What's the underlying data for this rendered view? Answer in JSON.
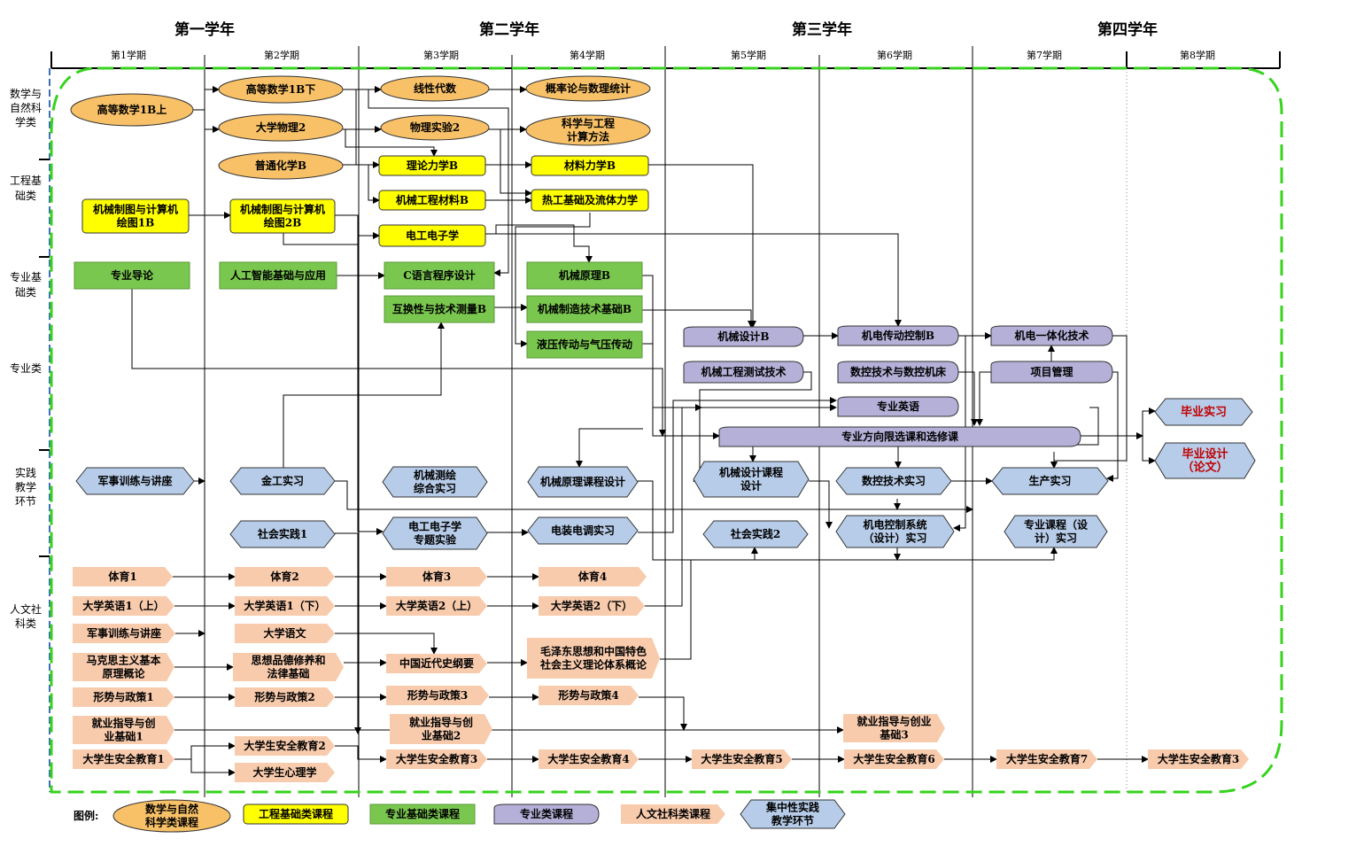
{
  "years": [
    "第一学年",
    "第二学年",
    "第三学年",
    "第四学年"
  ],
  "semesters": [
    "第1学期",
    "第2学期",
    "第3学期",
    "第4学期",
    "第5学期",
    "第6学期",
    "第7学期",
    "第8学期"
  ],
  "categories": [
    {
      "id": "math",
      "lines": [
        "数学与",
        "自然科",
        "学类"
      ]
    },
    {
      "id": "eng",
      "lines": [
        "工程基",
        "础类"
      ]
    },
    {
      "id": "basic",
      "lines": [
        "专业基",
        "础类"
      ]
    },
    {
      "id": "major",
      "lines": [
        "专业类"
      ]
    },
    {
      "id": "practice",
      "lines": [
        "实践",
        "教学",
        "环节"
      ]
    },
    {
      "id": "human",
      "lines": [
        "人文社",
        "科类"
      ]
    }
  ],
  "colors": {
    "math": "#f8c168",
    "eng": "#ffff00",
    "basic": "#7ac74f",
    "major": "#b4b0d8",
    "practice": "#b7cce8",
    "human": "#f8cbad",
    "frame": "#37d21e",
    "divider": "#3a6fb5",
    "red_text": "#c00000"
  },
  "courses": [
    {
      "id": "c_math1a",
      "text": [
        "高等数学1B上"
      ],
      "type": "math"
    },
    {
      "id": "c_math1b",
      "text": [
        "高等数学1B下"
      ],
      "type": "math"
    },
    {
      "id": "c_phys2",
      "text": [
        "大学物理2"
      ],
      "type": "math"
    },
    {
      "id": "c_chem",
      "text": [
        "普通化学B"
      ],
      "type": "math"
    },
    {
      "id": "c_linalg",
      "text": [
        "线性代数"
      ],
      "type": "math"
    },
    {
      "id": "c_physexp",
      "text": [
        "物理实验2"
      ],
      "type": "math"
    },
    {
      "id": "c_prob",
      "text": [
        "概率论与数理统计"
      ],
      "type": "math"
    },
    {
      "id": "c_calcm",
      "text": [
        "科学与工程",
        "计算方法"
      ],
      "type": "math"
    },
    {
      "id": "c_mech",
      "text": [
        "理论力学B"
      ],
      "type": "eng"
    },
    {
      "id": "c_mater",
      "text": [
        "材料力学B"
      ],
      "type": "eng"
    },
    {
      "id": "c_engmat",
      "text": [
        "机械工程材料B"
      ],
      "type": "eng"
    },
    {
      "id": "c_heat",
      "text": [
        "热工基础及流体力学"
      ],
      "type": "eng"
    },
    {
      "id": "c_draw1",
      "text": [
        "机械制图与计算机",
        "绘图1B"
      ],
      "type": "eng"
    },
    {
      "id": "c_draw2",
      "text": [
        "机械制图与计算机",
        "绘图2B"
      ],
      "type": "eng"
    },
    {
      "id": "c_elec",
      "text": [
        "电工电子学"
      ],
      "type": "eng"
    },
    {
      "id": "c_intro",
      "text": [
        "专业导论"
      ],
      "type": "basic"
    },
    {
      "id": "c_ai",
      "text": [
        "人工智能基础与应用"
      ],
      "type": "basic"
    },
    {
      "id": "c_clang",
      "text": [
        "C语言程序设计"
      ],
      "type": "basic"
    },
    {
      "id": "c_mprinc",
      "text": [
        "机械原理B"
      ],
      "type": "basic"
    },
    {
      "id": "c_tol",
      "text": [
        "互换性与技术测量B"
      ],
      "type": "basic"
    },
    {
      "id": "c_mfg",
      "text": [
        "机械制造技术基础B"
      ],
      "type": "basic"
    },
    {
      "id": "c_hyd",
      "text": [
        "液压传动与气压传动"
      ],
      "type": "basic"
    },
    {
      "id": "c_mdes",
      "text": [
        "机械设计B"
      ],
      "type": "major"
    },
    {
      "id": "c_mtest",
      "text": [
        "机械工程测试技术"
      ],
      "type": "major"
    },
    {
      "id": "c_drive",
      "text": [
        "机电传动控制B"
      ],
      "type": "major"
    },
    {
      "id": "c_cnc",
      "text": [
        "数控技术与数控机床"
      ],
      "type": "major"
    },
    {
      "id": "c_eng",
      "text": [
        "专业英语"
      ],
      "type": "major"
    },
    {
      "id": "c_mecha",
      "text": [
        "机电一体化技术"
      ],
      "type": "major"
    },
    {
      "id": "c_pm",
      "text": [
        "项目管理"
      ],
      "type": "major"
    },
    {
      "id": "c_elective",
      "text": [
        "专业方向限选课和选修课"
      ],
      "type": "major"
    },
    {
      "id": "p_mil",
      "text": [
        "军事训练与讲座"
      ],
      "type": "practice"
    },
    {
      "id": "p_metal",
      "text": [
        "金工实习"
      ],
      "type": "practice"
    },
    {
      "id": "p_survey",
      "text": [
        "机械测绘",
        "综合实习"
      ],
      "type": "practice"
    },
    {
      "id": "p_mpdes",
      "text": [
        "机械原理课程设计"
      ],
      "type": "practice"
    },
    {
      "id": "p_mdes",
      "text": [
        "机械设计课程",
        "设计"
      ],
      "type": "practice"
    },
    {
      "id": "p_cncprac",
      "text": [
        "数控技术实习"
      ],
      "type": "practice"
    },
    {
      "id": "p_prod",
      "text": [
        "生产实习"
      ],
      "type": "practice"
    },
    {
      "id": "p_soc1",
      "text": [
        "社会实践1"
      ],
      "type": "practice"
    },
    {
      "id": "p_elecexp",
      "text": [
        "电工电子学",
        "专题实验"
      ],
      "type": "practice"
    },
    {
      "id": "p_elecprac",
      "text": [
        "电装电调实习"
      ],
      "type": "practice"
    },
    {
      "id": "p_soc2",
      "text": [
        "社会实践2"
      ],
      "type": "practice"
    },
    {
      "id": "p_ctrl",
      "text": [
        "机电控制系统",
        "（设计）实习"
      ],
      "type": "practice"
    },
    {
      "id": "p_course",
      "text": [
        "专业课程（设",
        "计）实习"
      ],
      "type": "practice"
    },
    {
      "id": "p_intern",
      "text": [
        "毕业实习"
      ],
      "type": "practice",
      "red": true
    },
    {
      "id": "p_thesis",
      "text": [
        "毕业设计",
        "（论文）"
      ],
      "type": "practice",
      "red": true
    },
    {
      "id": "h_pe1",
      "text": [
        "体育1"
      ],
      "type": "human"
    },
    {
      "id": "h_pe2",
      "text": [
        "体育2"
      ],
      "type": "human"
    },
    {
      "id": "h_pe3",
      "text": [
        "体育3"
      ],
      "type": "human"
    },
    {
      "id": "h_pe4",
      "text": [
        "体育4"
      ],
      "type": "human"
    },
    {
      "id": "h_en1",
      "text": [
        "大学英语1（上）"
      ],
      "type": "human"
    },
    {
      "id": "h_en2",
      "text": [
        "大学英语1（下）"
      ],
      "type": "human"
    },
    {
      "id": "h_en3",
      "text": [
        "大学英语2（上）"
      ],
      "type": "human"
    },
    {
      "id": "h_en4",
      "text": [
        "大学英语2（下）"
      ],
      "type": "human"
    },
    {
      "id": "h_mil",
      "text": [
        "军事训练与讲座"
      ],
      "type": "human"
    },
    {
      "id": "h_chn",
      "text": [
        "大学语文"
      ],
      "type": "human"
    },
    {
      "id": "h_marx",
      "text": [
        "马克思主义基本",
        "原理概论"
      ],
      "type": "human"
    },
    {
      "id": "h_moral",
      "text": [
        "思想品德修养和",
        "法律基础"
      ],
      "type": "human"
    },
    {
      "id": "h_hist",
      "text": [
        "中国近代史纲要"
      ],
      "type": "human"
    },
    {
      "id": "h_mao",
      "text": [
        "毛泽东思想和中国特色",
        "社会主义理论体系概论"
      ],
      "type": "human"
    },
    {
      "id": "h_pol1",
      "text": [
        "形势与政策1"
      ],
      "type": "human"
    },
    {
      "id": "h_pol2",
      "text": [
        "形势与政策2"
      ],
      "type": "human"
    },
    {
      "id": "h_pol3",
      "text": [
        "形势与政策3"
      ],
      "type": "human"
    },
    {
      "id": "h_pol4",
      "text": [
        "形势与政策4"
      ],
      "type": "human"
    },
    {
      "id": "h_job1",
      "text": [
        "就业指导与创",
        "业基础1"
      ],
      "type": "human"
    },
    {
      "id": "h_job2",
      "text": [
        "就业指导与创",
        "业基础2"
      ],
      "type": "human"
    },
    {
      "id": "h_job3",
      "text": [
        "就业指导与创业",
        "基础3"
      ],
      "type": "human"
    },
    {
      "id": "h_safe1",
      "text": [
        "大学生安全教育1"
      ],
      "type": "human"
    },
    {
      "id": "h_safe2",
      "text": [
        "大学生安全教育2"
      ],
      "type": "human"
    },
    {
      "id": "h_psy",
      "text": [
        "大学生心理学"
      ],
      "type": "human"
    },
    {
      "id": "h_safe3",
      "text": [
        "大学生安全教育3"
      ],
      "type": "human"
    },
    {
      "id": "h_safe4",
      "text": [
        "大学生安全教育4"
      ],
      "type": "human"
    },
    {
      "id": "h_safe5",
      "text": [
        "大学生安全教育5"
      ],
      "type": "human"
    },
    {
      "id": "h_safe6",
      "text": [
        "大学生安全教育6"
      ],
      "type": "human"
    },
    {
      "id": "h_safe7",
      "text": [
        "大学生安全教育7"
      ],
      "type": "human"
    },
    {
      "id": "h_safe8",
      "text": [
        "大学生安全教育3"
      ],
      "type": "human"
    }
  ],
  "legend": {
    "title": "图例:",
    "items": [
      {
        "id": "lg_math",
        "text": [
          "数学与自然",
          "科学类课程"
        ],
        "type": "math"
      },
      {
        "id": "lg_eng",
        "text": [
          "工程基础类课程"
        ],
        "type": "eng"
      },
      {
        "id": "lg_basic",
        "text": [
          "专业基础类课程"
        ],
        "type": "basic"
      },
      {
        "id": "lg_major",
        "text": [
          "专业类课程"
        ],
        "type": "major"
      },
      {
        "id": "lg_human",
        "text": [
          "人文社科类课程"
        ],
        "type": "human"
      },
      {
        "id": "lg_practice",
        "text": [
          "集中性实践",
          "教学环节"
        ],
        "type": "practice"
      }
    ]
  }
}
